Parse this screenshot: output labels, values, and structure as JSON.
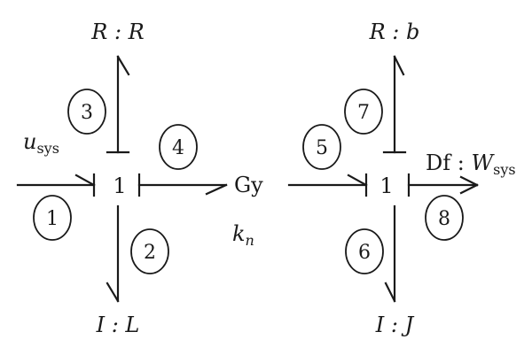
{
  "left_graph": {
    "junction": "1",
    "resistor": "R : R",
    "inertia": "I : L",
    "gyrator": "Gy",
    "gyrator_modulus": {
      "base": "k",
      "sub": "n"
    },
    "input": {
      "base": "u",
      "sub": "sys"
    }
  },
  "right_graph": {
    "junction": "1",
    "resistor": "R : b",
    "inertia": "I : J",
    "flow_source": {
      "prefix": "Df : ",
      "base": "W",
      "sub": "sys"
    }
  },
  "bond_numbers": [
    "1",
    "2",
    "3",
    "4",
    "5",
    "6",
    "7",
    "8"
  ]
}
